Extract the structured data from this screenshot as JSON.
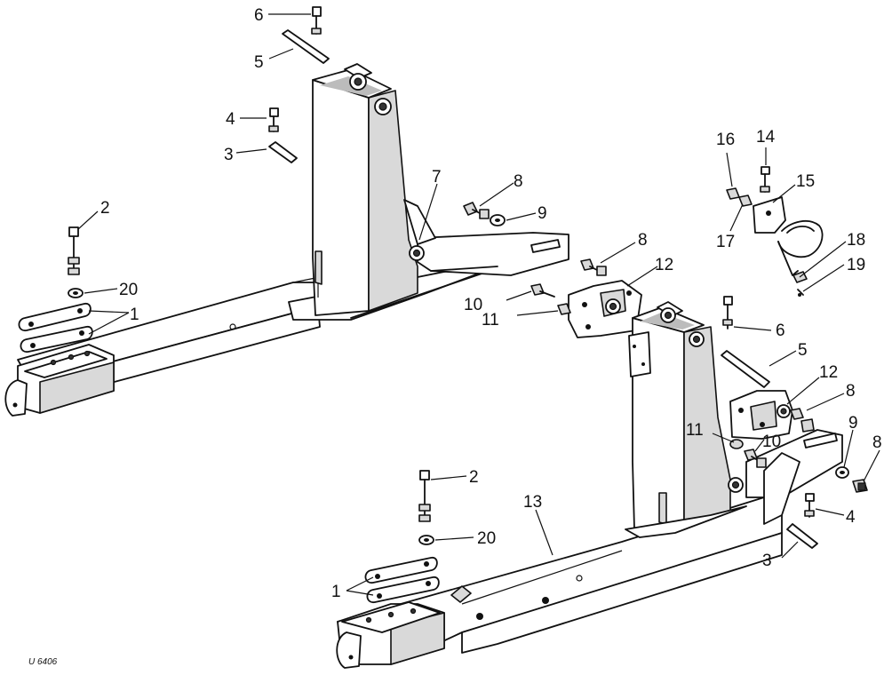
{
  "figure_code": "U 6406",
  "callouts": {
    "c_6_top": "6",
    "c_5_top": "5",
    "c_4_top": "4",
    "c_3_top": "3",
    "c_2_left": "2",
    "c_20_left": "20",
    "c_1_left": "1",
    "c_7": "7",
    "c_8_a": "8",
    "c_9_a": "9",
    "c_8_b": "8",
    "c_12_a": "12",
    "c_10_a": "10",
    "c_11_a": "11",
    "c_16": "16",
    "c_14": "14",
    "c_15": "15",
    "c_17": "17",
    "c_18": "18",
    "c_19": "19",
    "c_6_right": "6",
    "c_5_right": "5",
    "c_12_b": "12",
    "c_8_c": "8",
    "c_11_b": "11",
    "c_10_b": "10",
    "c_9_b": "9",
    "c_8_d": "8",
    "c_2_right": "2",
    "c_13": "13",
    "c_4_right": "4",
    "c_20_right": "20",
    "c_3_right": "3",
    "c_1_right": "1"
  }
}
